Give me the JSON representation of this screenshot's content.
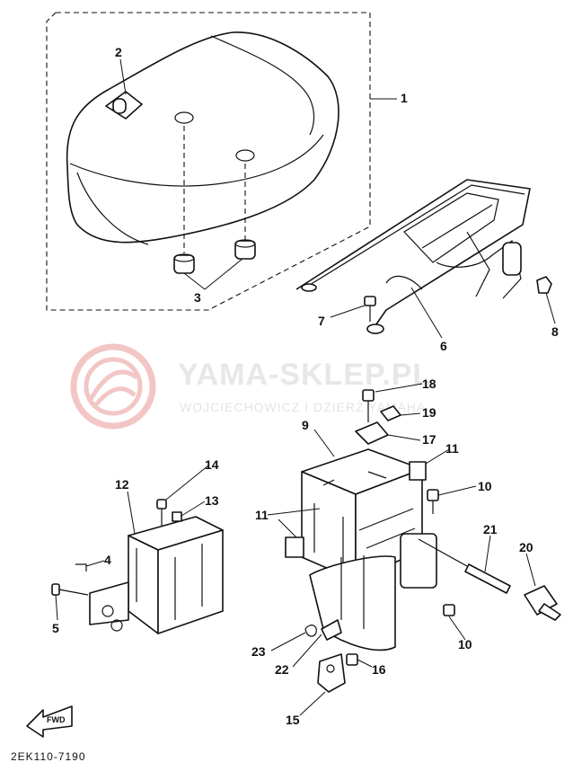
{
  "watermark": {
    "title": "YAMA-SKLEP.PL",
    "subtitle": "WOJCIECHOWICZ I DZIERŻ YAMAHA"
  },
  "drawing_code": "2EK110-7190",
  "fwd_label": "FWD",
  "callouts": [
    "1",
    "2",
    "3",
    "4",
    "5",
    "6",
    "7",
    "8",
    "9",
    "10",
    "10",
    "11",
    "11",
    "12",
    "13",
    "14",
    "15",
    "16",
    "17",
    "18",
    "19",
    "20",
    "21",
    "22",
    "23"
  ],
  "colors": {
    "ink": "#111111",
    "watermark_logo": "#f3c6c6",
    "watermark_text": "#e7e7e7"
  }
}
